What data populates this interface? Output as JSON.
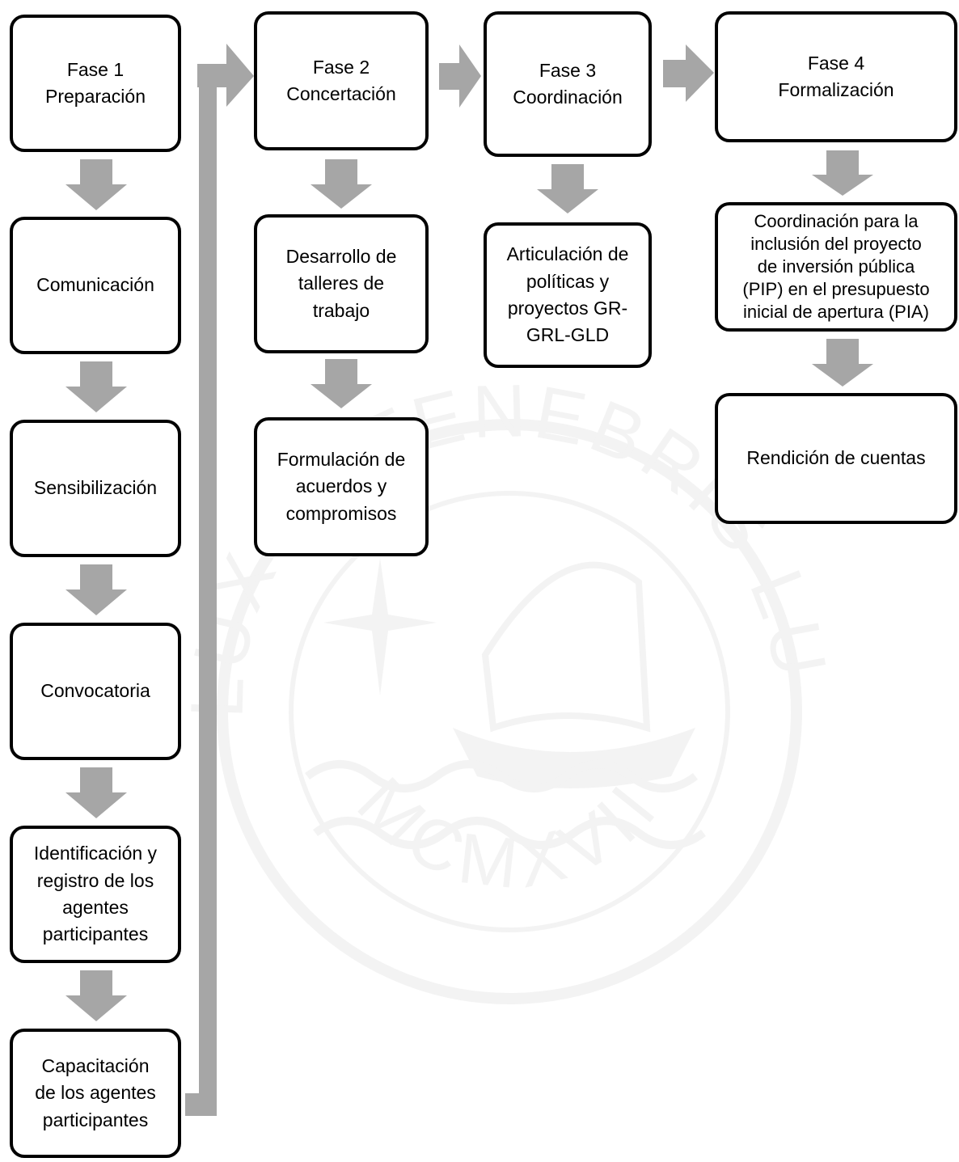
{
  "colors": {
    "arrow": "#a6a6a6",
    "border": "#000000",
    "watermark": "#7f7f7f"
  },
  "watermark": {
    "motto": "ET LUX IN TENEBRIS LUCET",
    "year": "MCMXVII"
  },
  "phase1": {
    "header": "Fase 1\nPreparación",
    "steps": [
      "Comunicación",
      "Sensibilización",
      "Convocatoria",
      "Identificación y\nregistro de los\nagentes\nparticipantes",
      "Capacitación\nde los agentes\nparticipantes"
    ]
  },
  "phase2": {
    "header": "Fase 2\nConcertación",
    "steps": [
      "Desarrollo de\ntalleres de\ntrabajo",
      "Formulación de\nacuerdos y\ncompromisos"
    ]
  },
  "phase3": {
    "header": "Fase 3\nCoordinación",
    "steps": [
      "Articulación de\npolíticas y\nproyectos GR-\nGRL-GLD"
    ]
  },
  "phase4": {
    "header": "Fase 4\nFormalización",
    "steps": [
      "Coordinación para la\ninclusión del proyecto\nde inversión pública\n(PIP) en el presupuesto\ninicial de apertura (PIA)",
      "Rendición de cuentas"
    ]
  }
}
